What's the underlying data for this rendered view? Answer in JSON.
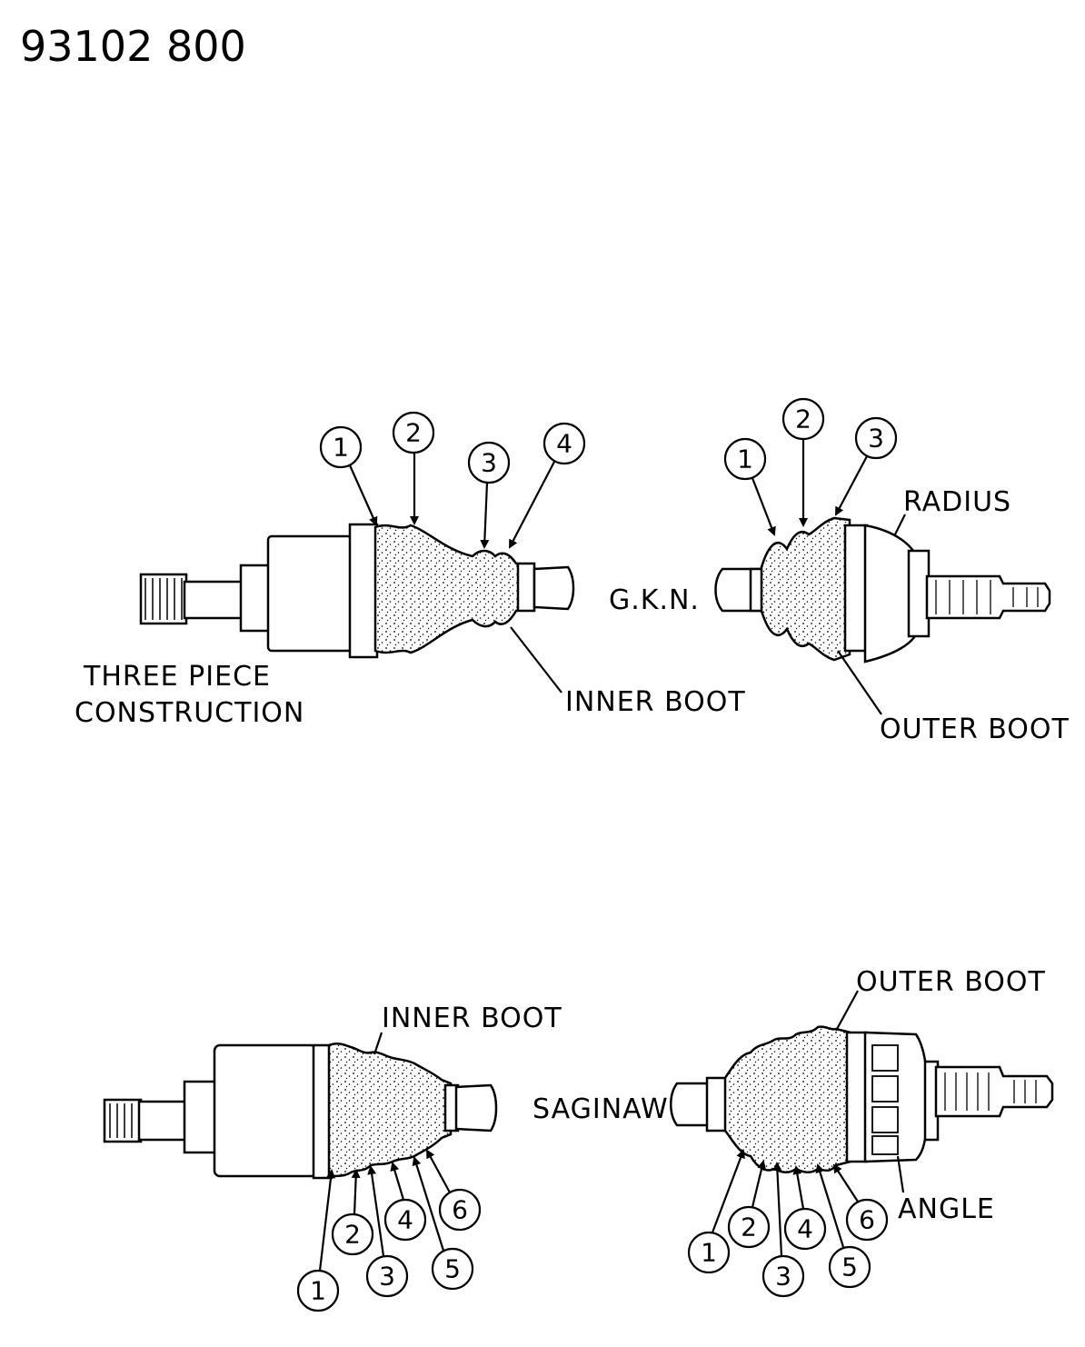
{
  "doc_number": "93102  800",
  "three_piece": {
    "label_line1": "THREE  PIECE",
    "label_line2": "CONSTRUCTION",
    "inner_boot_label": "INNER  BOOT",
    "callouts": [
      "1",
      "2",
      "3",
      "4"
    ]
  },
  "gkn": {
    "label": "G.K.N.",
    "radius_label": "RADIUS",
    "outer_boot_label": "OUTER  BOOT",
    "callouts": [
      "1",
      "2",
      "3"
    ]
  },
  "saginaw": {
    "label": "SAGINAW",
    "inner_boot_label": "INNER  BOOT",
    "outer_boot_label": "OUTER  BOOT",
    "angle_label": "ANGLE",
    "inner_callouts": [
      "1",
      "2",
      "3",
      "4",
      "5",
      "6"
    ],
    "outer_callouts": [
      "1",
      "2",
      "3",
      "4",
      "5",
      "6"
    ]
  }
}
